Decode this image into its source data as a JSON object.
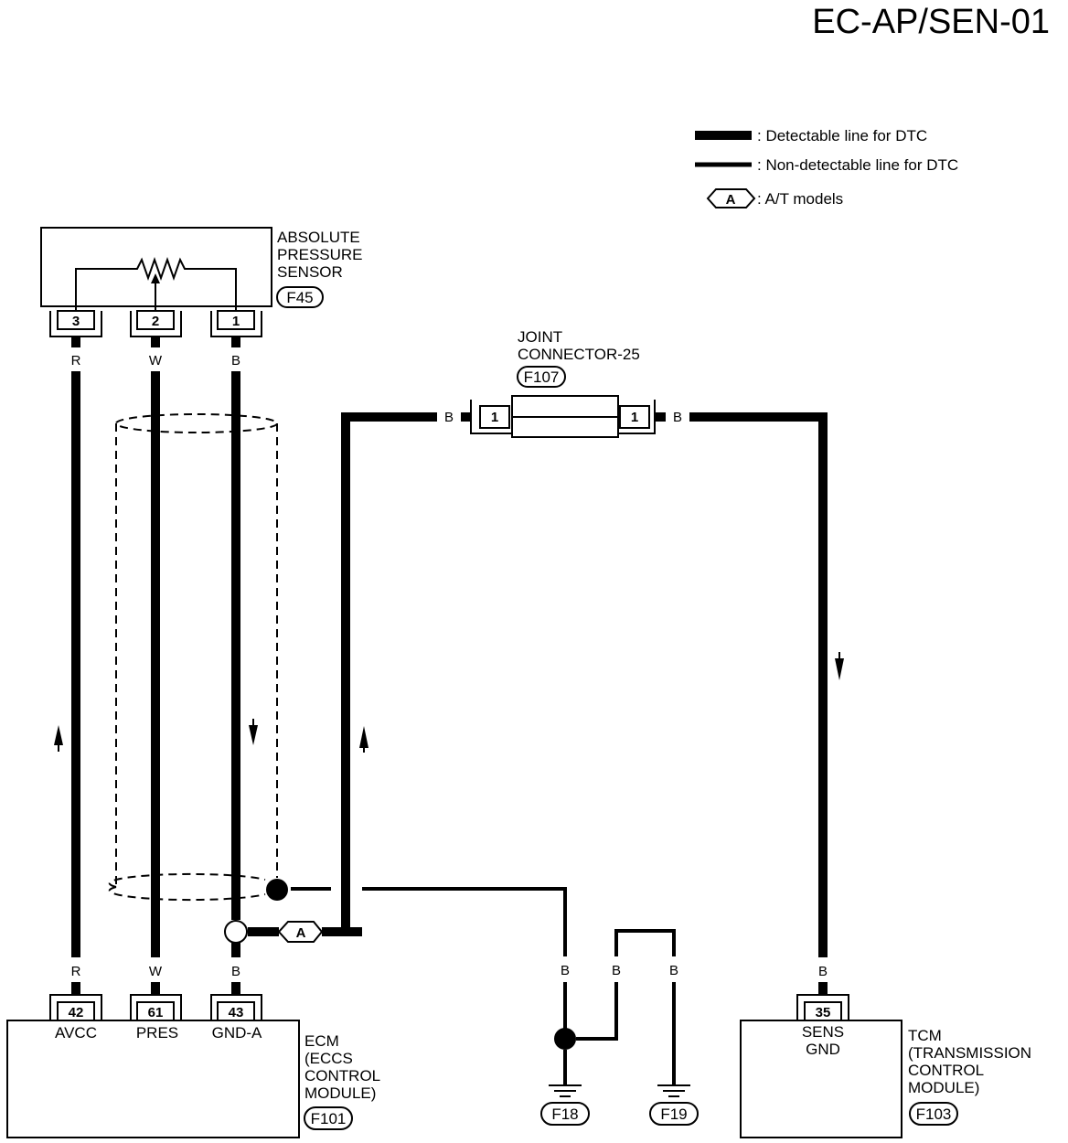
{
  "title": "EC-AP/SEN-01",
  "legend": {
    "detectable": ": Detectable line for DTC",
    "non_detectable": ": Non-detectable line for DTC",
    "model_tag": "A",
    "model_text": ": A/T models"
  },
  "sensor": {
    "name_lines": [
      "ABSOLUTE",
      "PRESSURE",
      "SENSOR"
    ],
    "connector": "F45",
    "pins": [
      "3",
      "2",
      "1"
    ]
  },
  "joint": {
    "name_lines": [
      "JOINT",
      "CONNECTOR-25"
    ],
    "connector": "F107",
    "pin_left": "1",
    "pin_right": "1"
  },
  "wires": {
    "sensor_r": "R",
    "sensor_w": "W",
    "sensor_b": "B",
    "joint_left": "B",
    "joint_right": "B",
    "ecm_r": "R",
    "ecm_w": "W",
    "ecm_b": "B",
    "gnd_1": "B",
    "gnd_2": "B",
    "gnd_3": "B",
    "tcm_b": "B"
  },
  "ecm": {
    "name_lines": [
      "ECM",
      "(ECCS",
      "CONTROL",
      "MODULE)"
    ],
    "connector": "F101",
    "pins": [
      "42",
      "61",
      "43"
    ],
    "terminals": [
      "AVCC",
      "PRES",
      "GND-A"
    ],
    "shield_tag": "A"
  },
  "grounds": [
    "F18",
    "F19"
  ],
  "tcm": {
    "name_lines": [
      "TCM",
      "(TRANSMISSION",
      "CONTROL",
      "MODULE)"
    ],
    "connector": "F103",
    "pin": "35",
    "terminal_lines": [
      "SENS",
      "GND"
    ]
  }
}
